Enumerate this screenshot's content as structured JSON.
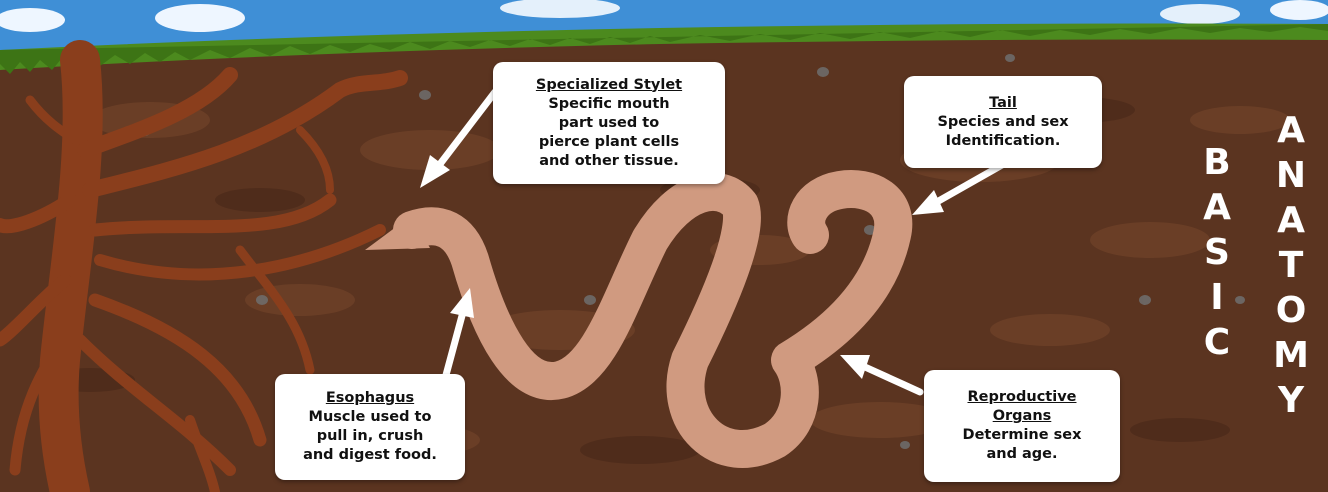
{
  "labels": {
    "stylet": {
      "heading": "Specialized Stylet",
      "lines": [
        "Specific mouth",
        "part used to",
        "pierce plant cells",
        "and other tissue."
      ]
    },
    "tail": {
      "heading": "Tail",
      "lines": [
        "Species and sex",
        "Identification."
      ]
    },
    "esophagus": {
      "heading": "Esophagus",
      "lines": [
        "Muscle used to",
        "pull in, crush",
        "and digest food."
      ]
    },
    "reproductive": {
      "heading_lines": [
        "Reproductive",
        "Organs"
      ],
      "lines": [
        "Determine sex",
        "and age."
      ]
    }
  },
  "title": {
    "word1_letters": [
      "B",
      "A",
      "S",
      "I",
      "C"
    ],
    "word2_letters": [
      "A",
      "N",
      "A",
      "T",
      "O",
      "M",
      "Y"
    ]
  },
  "colors": {
    "soil": "#5b3420",
    "grass": "#4c8a1e",
    "sky": "#3f8fd6",
    "root": "#8a3e1c",
    "worm": "#d09a80",
    "box": "#ffffff",
    "text": "#111111",
    "title": "#ffffff"
  }
}
